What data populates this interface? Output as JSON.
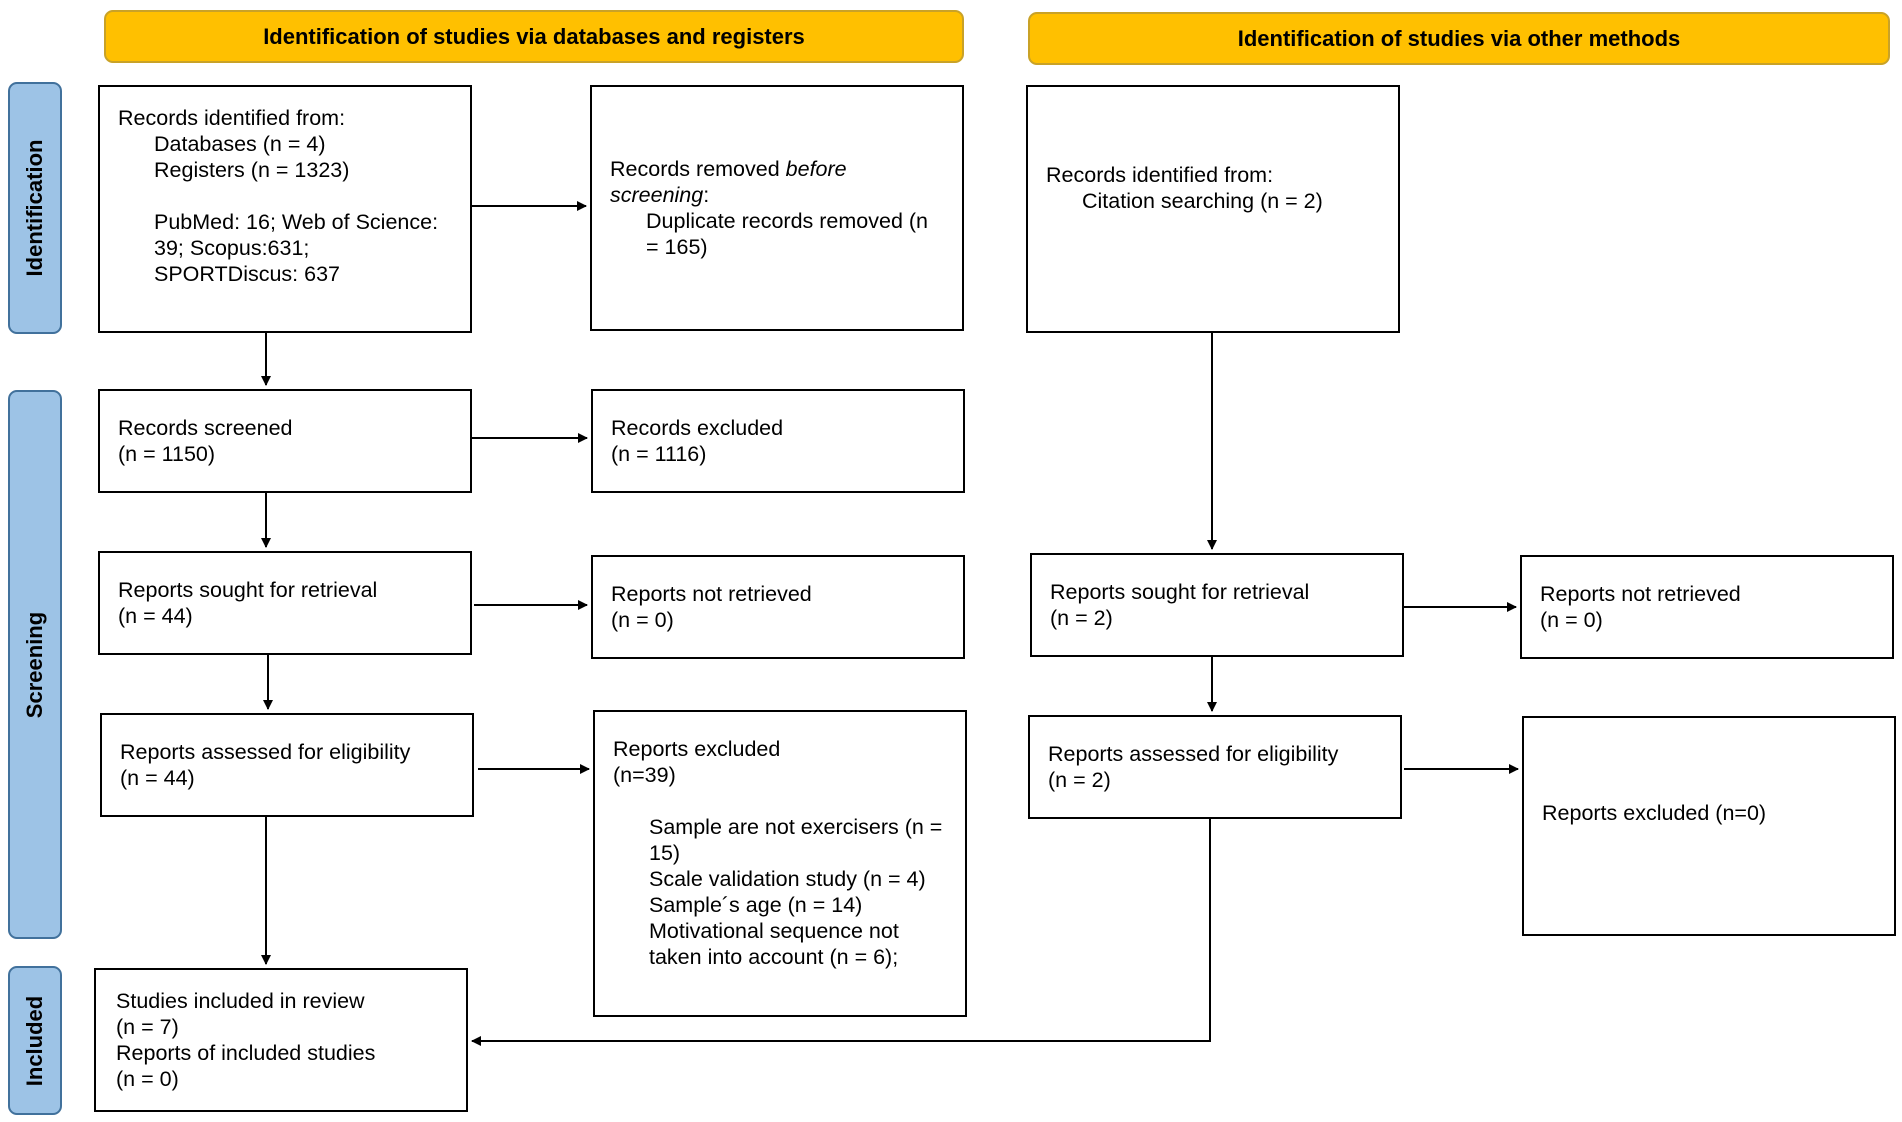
{
  "headers": {
    "databases": "Identification of studies via databases and registers",
    "other": "Identification of studies via other methods"
  },
  "phases": {
    "identification": "Identification",
    "screening": "Screening",
    "included": "Included"
  },
  "db": {
    "identified": {
      "title": "Records identified from:",
      "databases": "Databases (n = 4)",
      "registers": "Registers (n = 1323)",
      "detail": "PubMed: 16; Web of Science: 39; Scopus:631; SPORTDiscus: 637"
    },
    "removed": {
      "title_a": "Records removed ",
      "title_em": "before screening",
      "title_b": ":",
      "item": "Duplicate records removed (n = 165)"
    },
    "screened": {
      "title": "Records screened",
      "n": "(n = 1150)"
    },
    "excluded": {
      "title": "Records excluded",
      "n": "(n = 1116)"
    },
    "sought": {
      "title": "Reports sought for retrieval",
      "n": "(n = 44)"
    },
    "not_retrieved": {
      "title": "Reports not retrieved",
      "n": "(n = 0)"
    },
    "assessed": {
      "title": "Reports assessed for eligibility",
      "n": "(n = 44)"
    },
    "reports_excluded": {
      "title": "Reports excluded",
      "n": "(n=39)",
      "reasons": [
        "Sample are not exercisers (n = 15)",
        "Scale validation study (n = 4)",
        "Sample´s age (n = 14)",
        "Motivational sequence not taken into account (n = 6);"
      ]
    },
    "included": {
      "studies": "Studies included in review",
      "studies_n": "(n = 7)",
      "reports": "Reports of included studies",
      "reports_n": "(n = 0)"
    }
  },
  "other": {
    "identified": {
      "title": "Records identified from:",
      "item": "Citation searching (n = 2)"
    },
    "sought": {
      "title": "Reports sought for retrieval",
      "n": "(n = 2)"
    },
    "not_retrieved": {
      "title": "Reports not retrieved",
      "n": "(n = 0)"
    },
    "assessed": {
      "title": "Reports assessed for eligibility",
      "n": "(n = 2)"
    },
    "excluded": {
      "title": "Reports excluded (n=0)"
    }
  },
  "colors": {
    "header_fill": "#FFC000",
    "phase_fill": "#9DC3E6",
    "phase_border": "#41719C",
    "line": "#000000"
  }
}
